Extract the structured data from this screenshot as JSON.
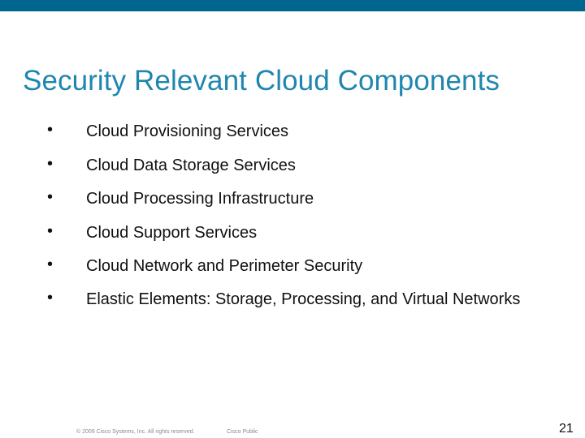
{
  "slide": {
    "title": "Security Relevant Cloud Components",
    "bullet_symbol": "•",
    "bullets": [
      "Cloud Provisioning Services",
      "Cloud Data Storage Services",
      "Cloud Processing Infrastructure",
      "Cloud Support Services",
      "Cloud Network and Perimeter Security",
      "Elastic Elements: Storage, Processing, and Virtual Networks"
    ]
  },
  "footer": {
    "copyright": "© 2009 Cisco Systems, Inc. All rights reserved.",
    "classification": "Cisco Public",
    "slide_number": "21"
  },
  "colors": {
    "top_bar": "#00668f",
    "title": "#1f86b0",
    "body_text": "#111111"
  }
}
